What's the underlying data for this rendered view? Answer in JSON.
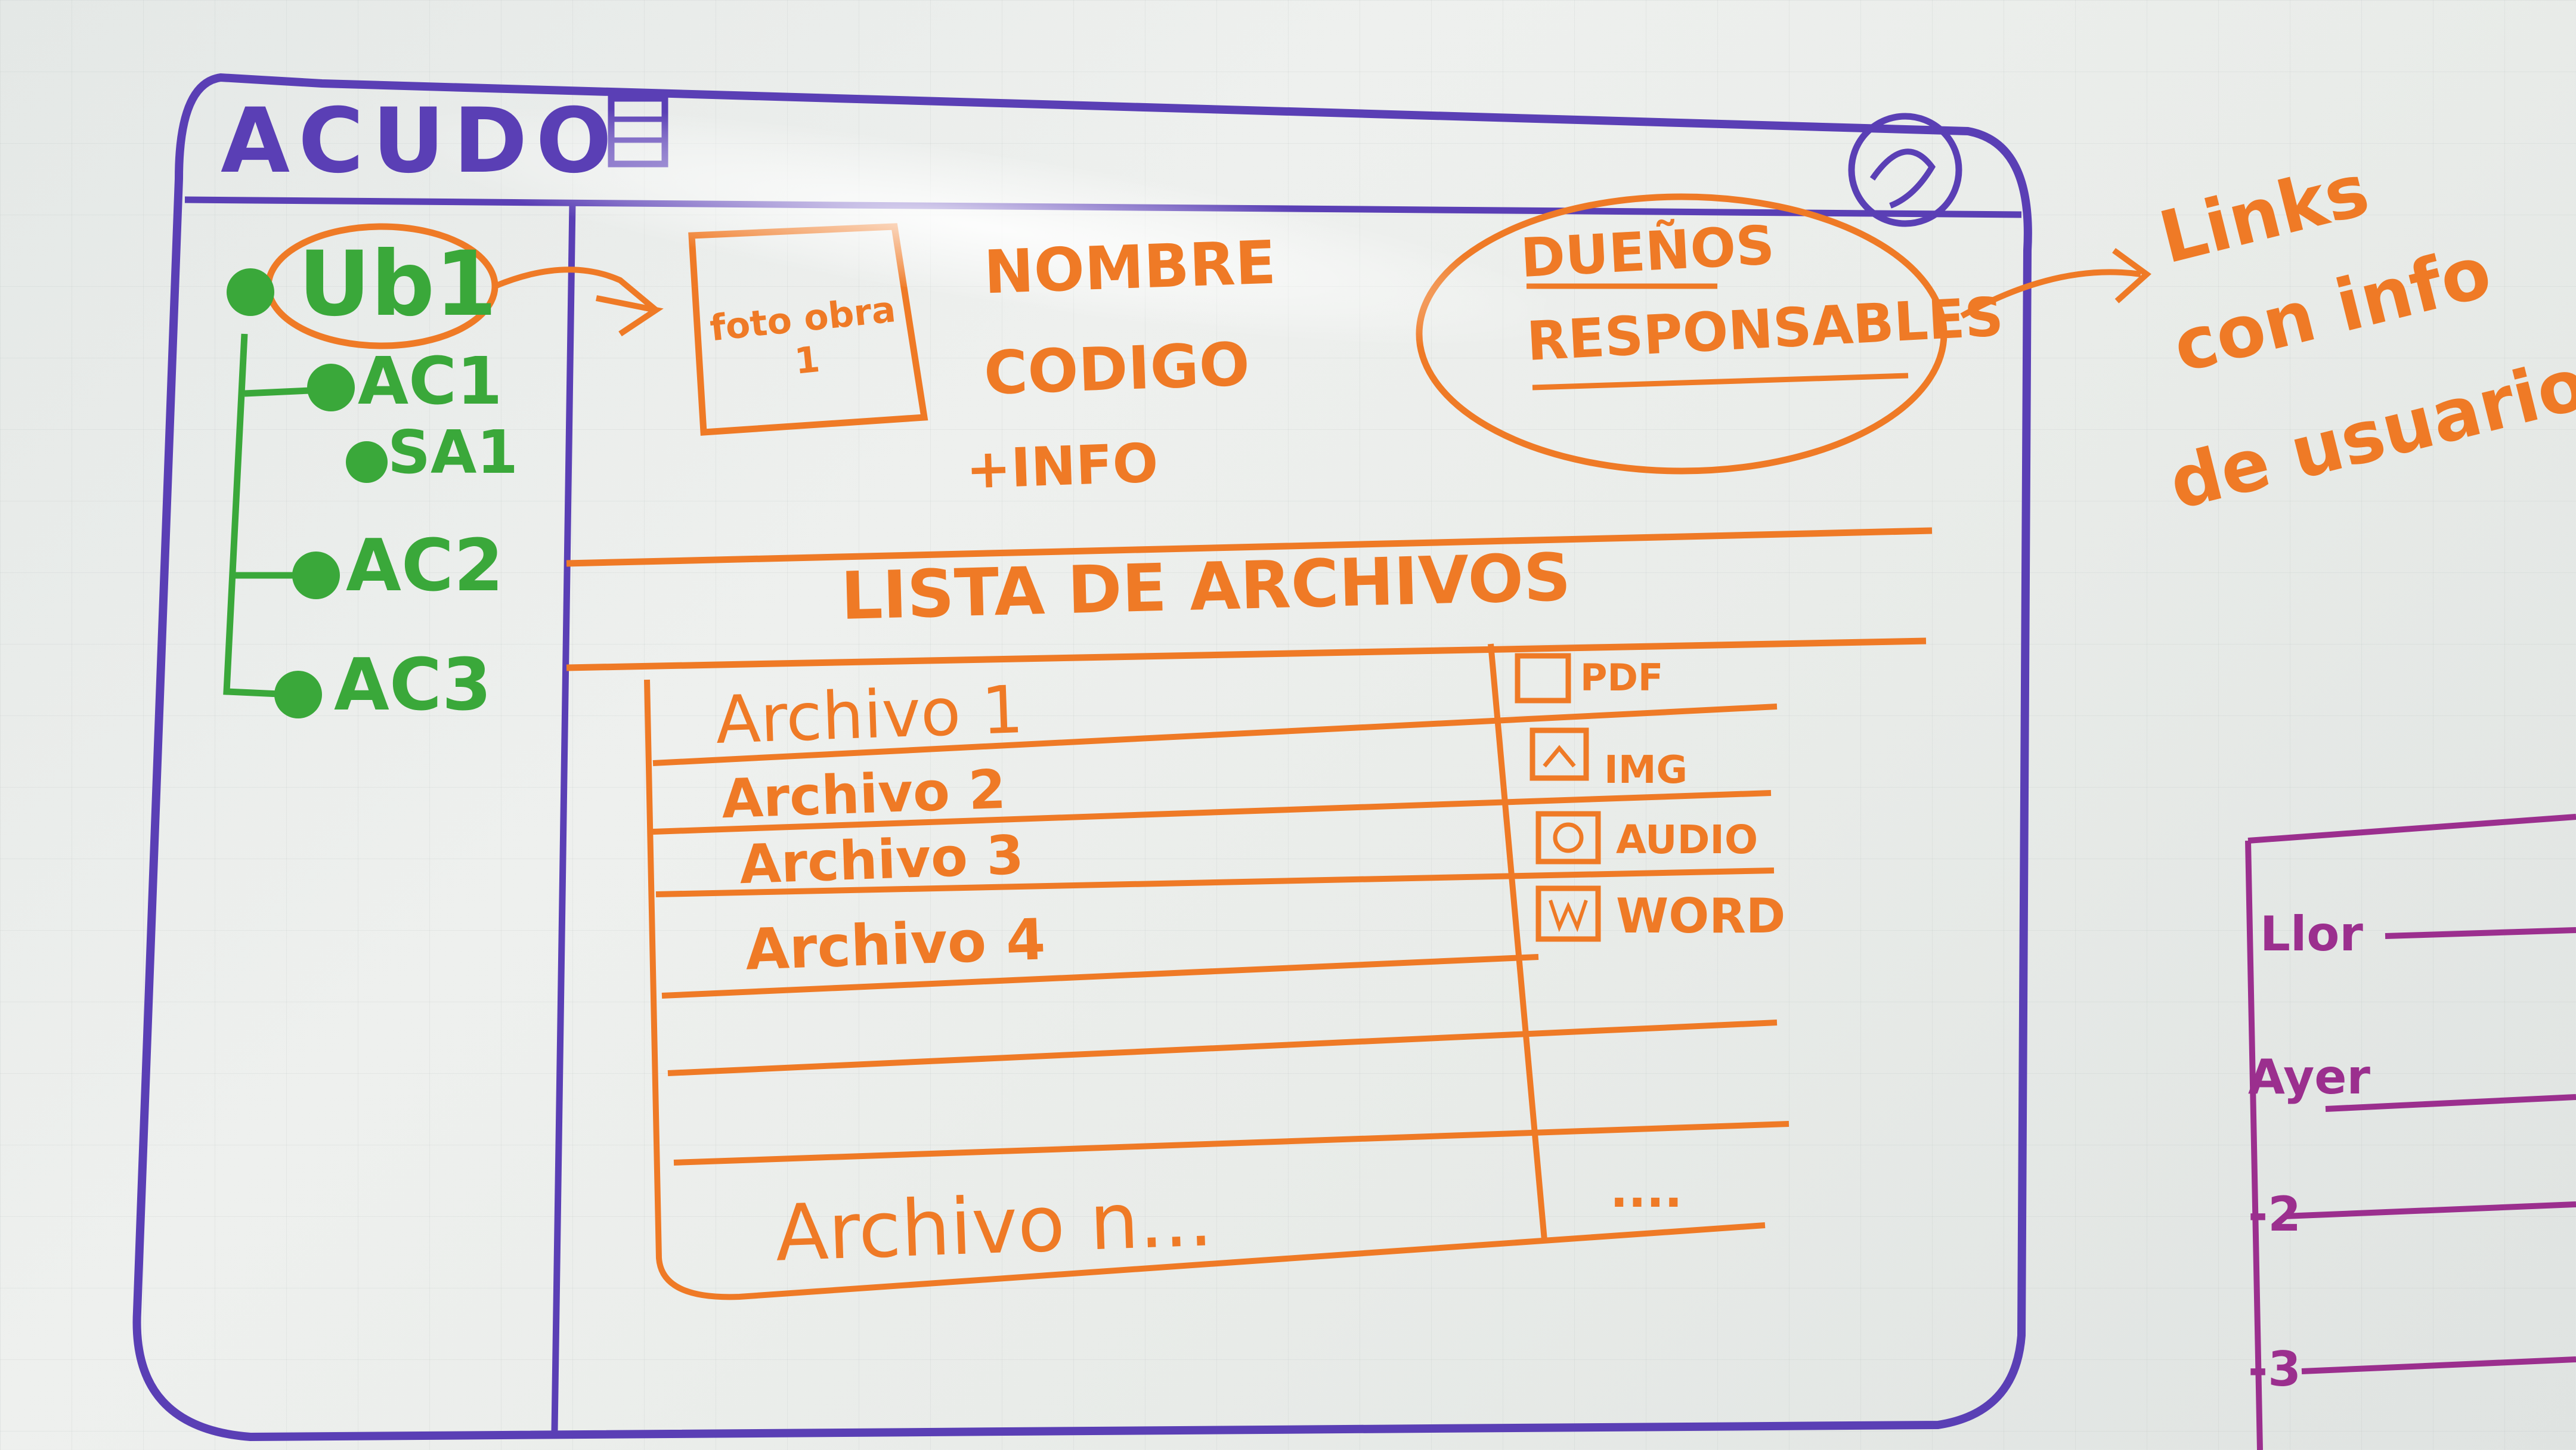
{
  "window": {
    "title": "ACUDO",
    "menu_icon": "menu-icon",
    "user_icon": "user-icon"
  },
  "tree": {
    "root": "Ub1",
    "items": [
      "AC1",
      "SA1",
      "AC2",
      "AC3"
    ]
  },
  "detail": {
    "image_label": "foto obra 1",
    "fields": [
      "NOMBRE",
      "CODIGO",
      "+INFO"
    ],
    "owners": [
      "DUEÑOS",
      "RESPONSABLES"
    ]
  },
  "annotation": {
    "lines": [
      "Links",
      "con info",
      "de usuarios"
    ]
  },
  "files": {
    "header": "LISTA DE ARCHIVOS",
    "rows": [
      {
        "name": "Archivo 1",
        "type": "PDF"
      },
      {
        "name": "Archivo 2",
        "type": "IMG"
      },
      {
        "name": "Archivo 3",
        "type": "AUDIO"
      },
      {
        "name": "Archivo 4",
        "type": "WORD"
      }
    ],
    "last_row": "Archivo n...",
    "ellipsis": "...."
  },
  "side_sketch": {
    "labels": [
      "Llor",
      "Ayer",
      "-2",
      "-3"
    ]
  },
  "colors": {
    "frame": "#5a3fb5",
    "tree": "#3aa83a",
    "content": "#ef7a26",
    "side": "#9b2f8e"
  }
}
